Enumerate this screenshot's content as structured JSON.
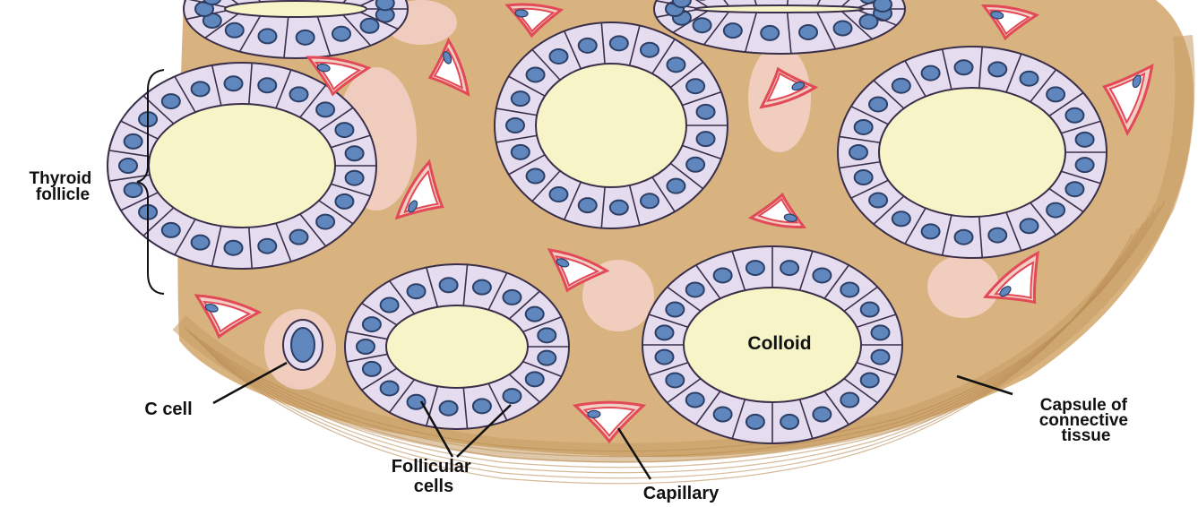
{
  "labels": {
    "thyroid_follicle": [
      "Thyroid",
      "follicle"
    ],
    "colloid": "Colloid",
    "c_cell": "C cell",
    "follicular_cells": [
      "Follicular",
      "cells"
    ],
    "capillary": "Capillary",
    "capsule": [
      "Capsule of",
      "connective",
      "tissue"
    ]
  },
  "colors": {
    "connective_tissue": "#d9b37f",
    "fiber_line": "#b98c55",
    "stroma_pink": "#f2cfc4",
    "colloid": "#f7f4c8",
    "cell_fill": "#e6dcef",
    "cell_outline": "#3a2f4a",
    "nucleus": "#5f86bd",
    "nucleus_outline": "#2c3f66",
    "capillary_wall": "#e24a58",
    "capillary_lumen": "#ffffff",
    "text": "#111111"
  }
}
